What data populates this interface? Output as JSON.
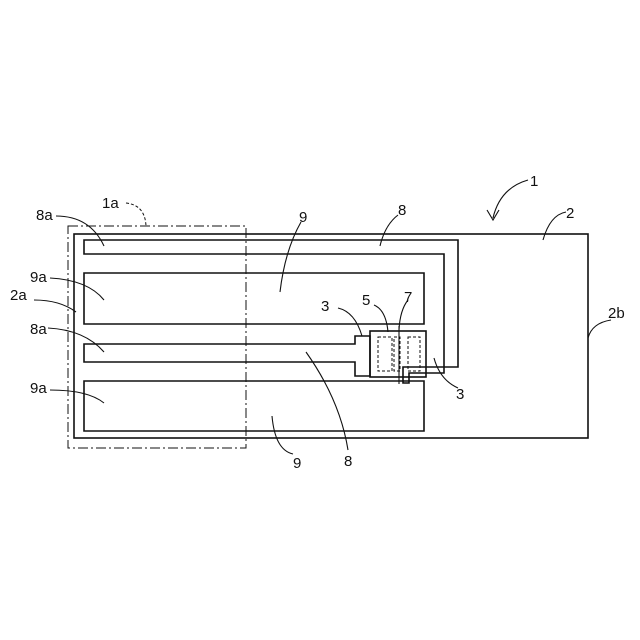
{
  "labels": {
    "l_1": "1",
    "l_1a": "1a",
    "l_2": "2",
    "l_2a": "2a",
    "l_2b": "2b",
    "l_3_top": "3",
    "l_3_bottom": "3",
    "l_5": "5",
    "l_7": "7",
    "l_8_top": "8",
    "l_8_bottom": "8",
    "l_8a_top": "8a",
    "l_8a_mid": "8a",
    "l_9_top": "9",
    "l_9_bottom": "9",
    "l_9a_top": "9a",
    "l_9a_bottom": "9a"
  }
}
